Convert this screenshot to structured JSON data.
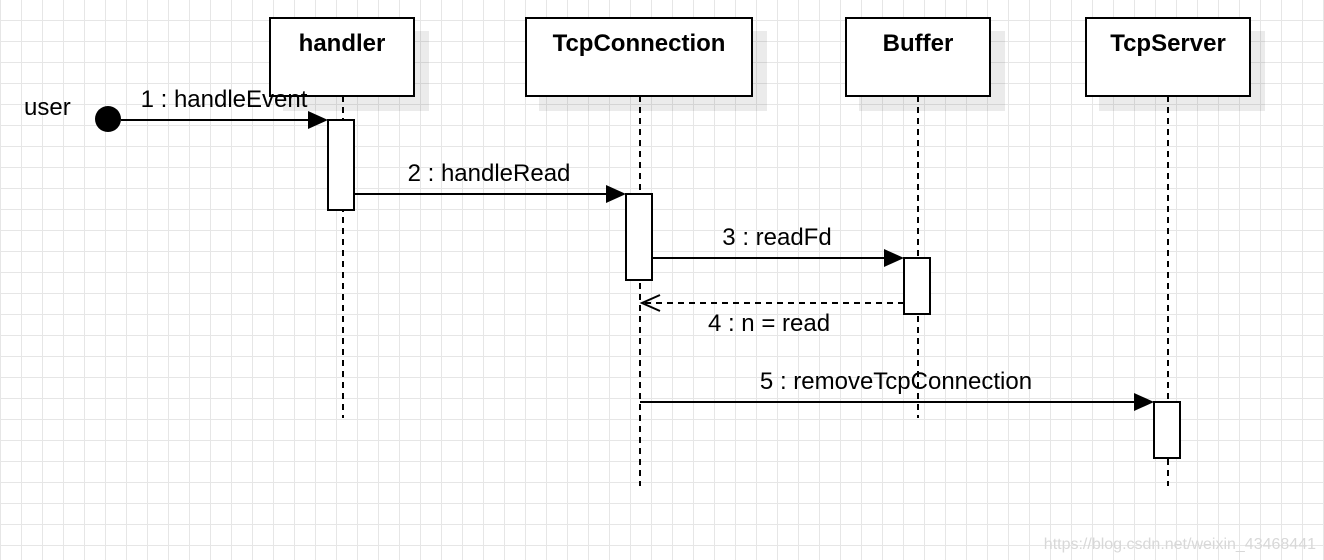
{
  "diagram": {
    "type": "sequence",
    "actor": {
      "label": "user"
    },
    "participants": [
      {
        "id": "handler",
        "label": "handler"
      },
      {
        "id": "tcpconnection",
        "label": "TcpConnection"
      },
      {
        "id": "buffer",
        "label": "Buffer"
      },
      {
        "id": "tcpserver",
        "label": "TcpServer"
      }
    ],
    "messages": [
      {
        "id": "m1",
        "label": "1 : handleEvent",
        "from": "user",
        "to": "handler",
        "kind": "sync"
      },
      {
        "id": "m2",
        "label": "2 : handleRead",
        "from": "handler",
        "to": "tcpconnection",
        "kind": "sync"
      },
      {
        "id": "m3",
        "label": "3 : readFd",
        "from": "tcpconnection",
        "to": "buffer",
        "kind": "sync"
      },
      {
        "id": "m4",
        "label": "4 : n = read",
        "from": "buffer",
        "to": "tcpconnection",
        "kind": "return"
      },
      {
        "id": "m5",
        "label": "5 : removeTcpConnection",
        "from": "tcpconnection",
        "to": "tcpserver",
        "kind": "sync"
      }
    ]
  },
  "watermark": "https://blog.csdn.net/weixin_43468441"
}
